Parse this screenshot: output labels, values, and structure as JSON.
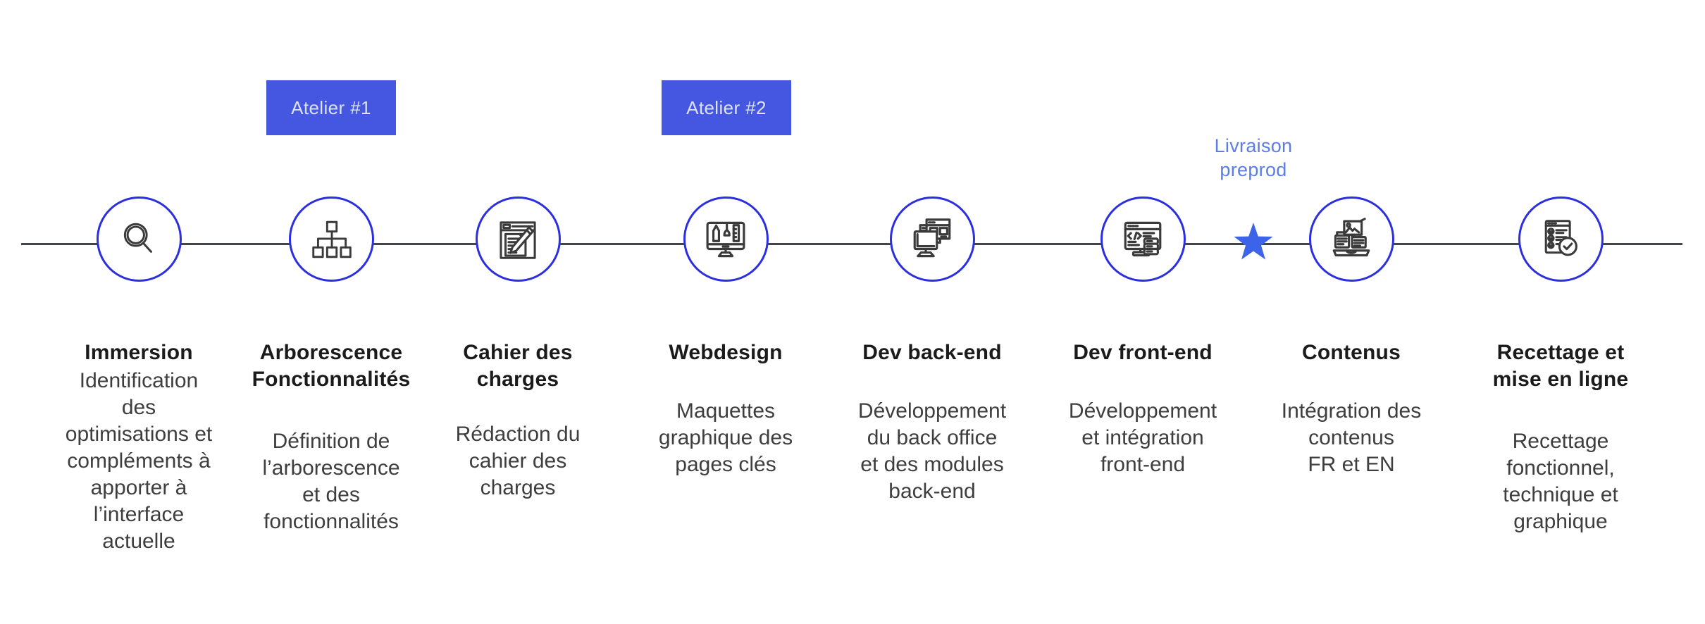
{
  "diagram": {
    "type": "process-timeline",
    "steps": [
      {
        "title": "Immersion",
        "description": "Identification\ndes\noptimisations et\ncompléments à\napporter à\nl’interface\nactuelle",
        "icon": "magnifier-icon"
      },
      {
        "title": "Arborescence\nFonctionnalités",
        "description": "Définition de\nl’arborescence\net des\nfonctionnalités",
        "icon": "sitemap-icon",
        "badge": "Atelier #1"
      },
      {
        "title": "Cahier des\ncharges",
        "description": "Rédaction du\ncahier des\ncharges",
        "icon": "document-pencil-icon"
      },
      {
        "title": "Webdesign",
        "description": "Maquettes\ngraphique des\npages clés",
        "icon": "design-monitor-icon",
        "badge": "Atelier #2"
      },
      {
        "title": "Dev back-end",
        "description": "Développement\ndu back office\net des modules\nback-end",
        "icon": "stacked-windows-icon"
      },
      {
        "title": "Dev front-end",
        "description": "Développement\net intégration\nfront-end",
        "icon": "browser-code-icon"
      },
      {
        "title": "Contenus",
        "description": "Intégration des\ncontenus\nFR et EN",
        "icon": "laptop-content-icon"
      },
      {
        "title": "Recettage et\nmise en ligne",
        "description": "Recettage\nfonctionnel,\ntechnique et\ngraphique",
        "icon": "checklist-check-icon"
      }
    ],
    "badges": [
      {
        "label": "Atelier #1"
      },
      {
        "label": "Atelier #2"
      }
    ],
    "milestone": {
      "label": "Livraison\npreprod",
      "icon": "star-icon"
    }
  },
  "colors": {
    "badge_blue": "#4556E0",
    "circle_border_blue": "#2B2FE0",
    "star_blue": "#3D63E8",
    "milestone_label_blue": "#5B7CE9",
    "timeline_gray": "#45454C",
    "title_text": "#1B1B1B",
    "description_text": "#3E3E3E",
    "background": "#FFFFFF"
  }
}
